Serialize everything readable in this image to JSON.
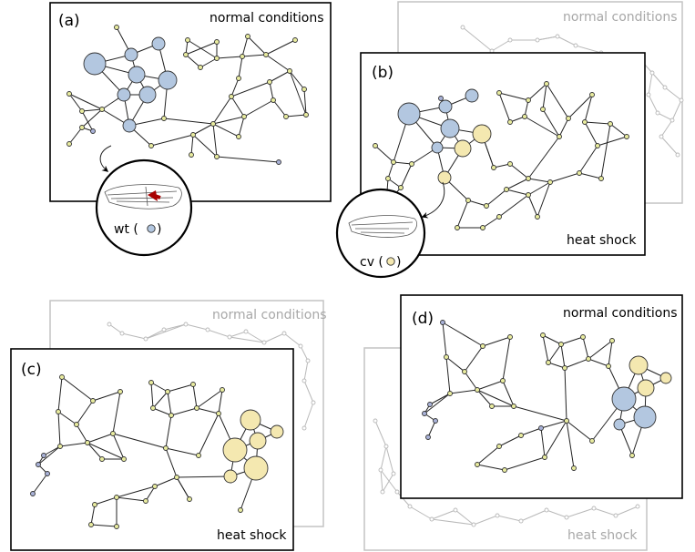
{
  "panels": {
    "a": {
      "label": "(a)",
      "condition": "normal conditions"
    },
    "b": {
      "label": "(b)",
      "condition": "heat shock",
      "back_condition": "normal conditions"
    },
    "c": {
      "label": "(c)",
      "condition": "heat shock",
      "back_condition": "normal conditions"
    },
    "d": {
      "label": "(d)",
      "condition": "normal conditions",
      "back_condition": "heat shock"
    }
  },
  "insets": {
    "wt": {
      "label": "wt (",
      "close": ")",
      "marker": "blue"
    },
    "cv": {
      "label": "cv (",
      "close": ")",
      "marker": "yellow"
    }
  },
  "colors": {
    "blue": "#b3c7e0",
    "yellow": "#f4e8b0",
    "small_blue": "#a9b2d8",
    "small_yellow": "#e9ec9f",
    "arrow_red": "#a80000"
  }
}
